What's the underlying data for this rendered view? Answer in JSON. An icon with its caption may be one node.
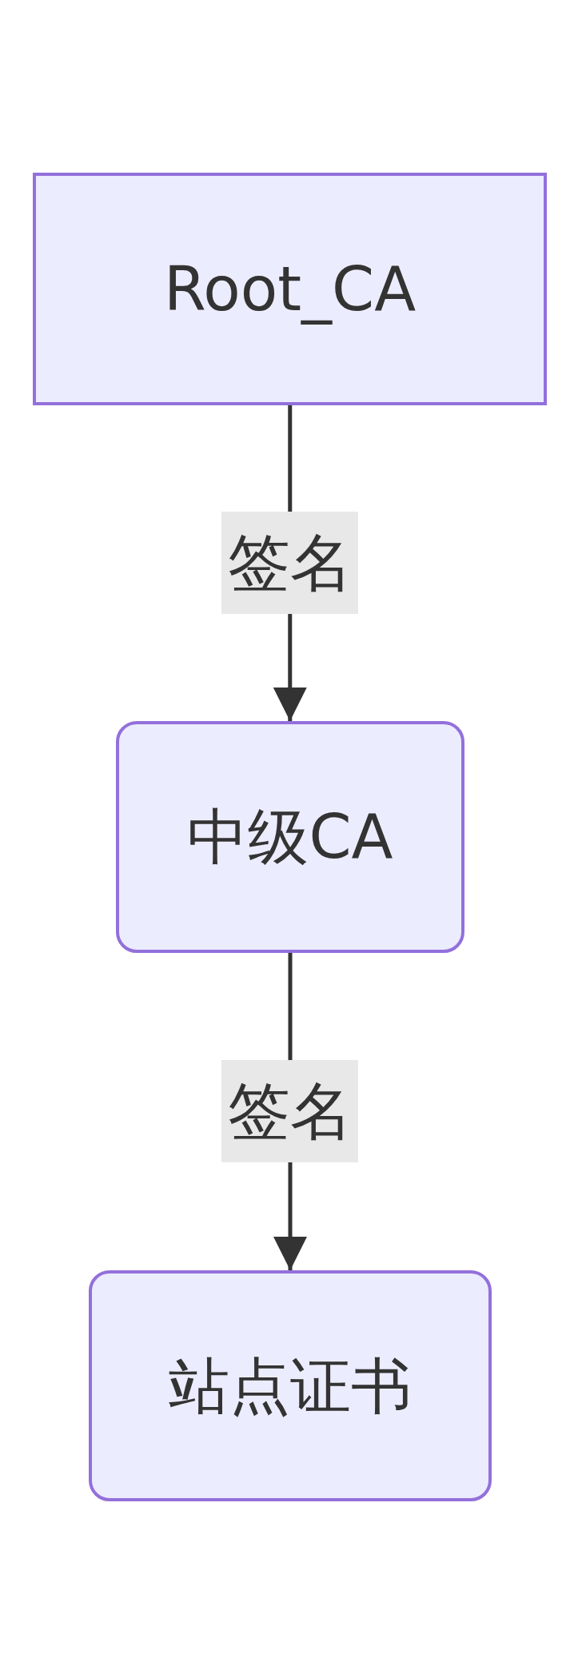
{
  "diagram": {
    "nodes": [
      {
        "text": [
          "Root_CA"
        ]
      },
      {
        "text": [
          "中级CA"
        ]
      },
      {
        "text": [
          "站点证书"
        ]
      }
    ],
    "edges": [
      {
        "from": 0,
        "to": 1,
        "arrow": "to",
        "label": "签名"
      },
      {
        "from": 1,
        "to": 2,
        "arrow": "to",
        "label": "签名"
      }
    ]
  }
}
